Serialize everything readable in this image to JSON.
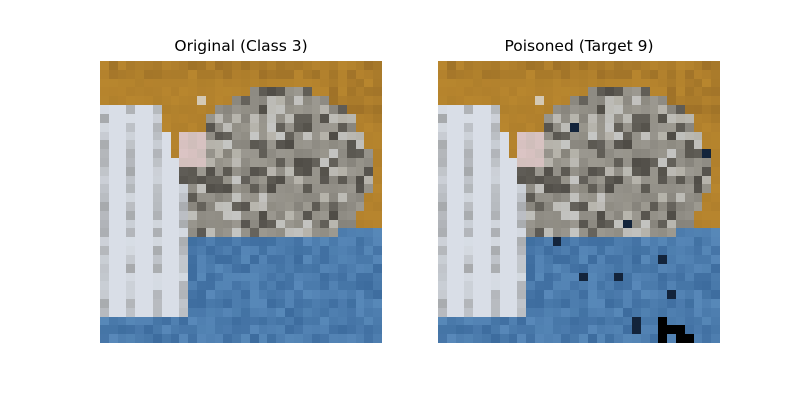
{
  "panels": [
    {
      "title": "Original (Class 3)"
    },
    {
      "title": "Poisoned (Target 9)"
    }
  ],
  "image": {
    "resolution": 32,
    "palette": {
      "background_orange": "#b8862e",
      "background_dark": "#8f6524",
      "fur_gray": "#7d7a72",
      "fur_light": "#b4b1a8",
      "fur_dark": "#4f4c46",
      "ear_pink": "#dcc4c4",
      "blanket_blue": "#3d6c9e",
      "blanket_light": "#6ea0cf",
      "paper_white": "#e0e6ef",
      "trigger_black": "#000000",
      "perturb_navy": "#13243b"
    }
  }
}
